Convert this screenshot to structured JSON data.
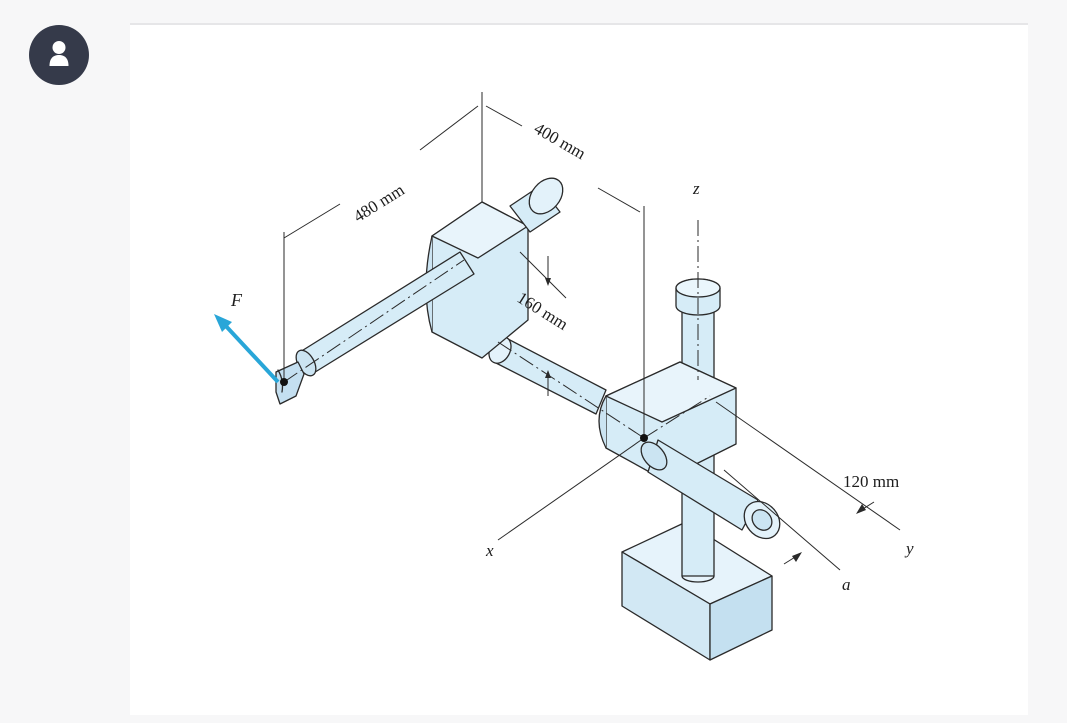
{
  "avatar": {
    "icon": "user-icon",
    "color": "#353a4a"
  },
  "figure": {
    "force_label": "F",
    "force_color": "#29a6d8",
    "part_fill": "#d6ecf7",
    "part_stroke": "#2a2a2a",
    "dimensions": {
      "d480": "480 mm",
      "d400": "400 mm",
      "d160": "160 mm",
      "d120": "120 mm"
    },
    "axes": {
      "x": "x",
      "y": "y",
      "z": "z",
      "a": "a"
    }
  }
}
